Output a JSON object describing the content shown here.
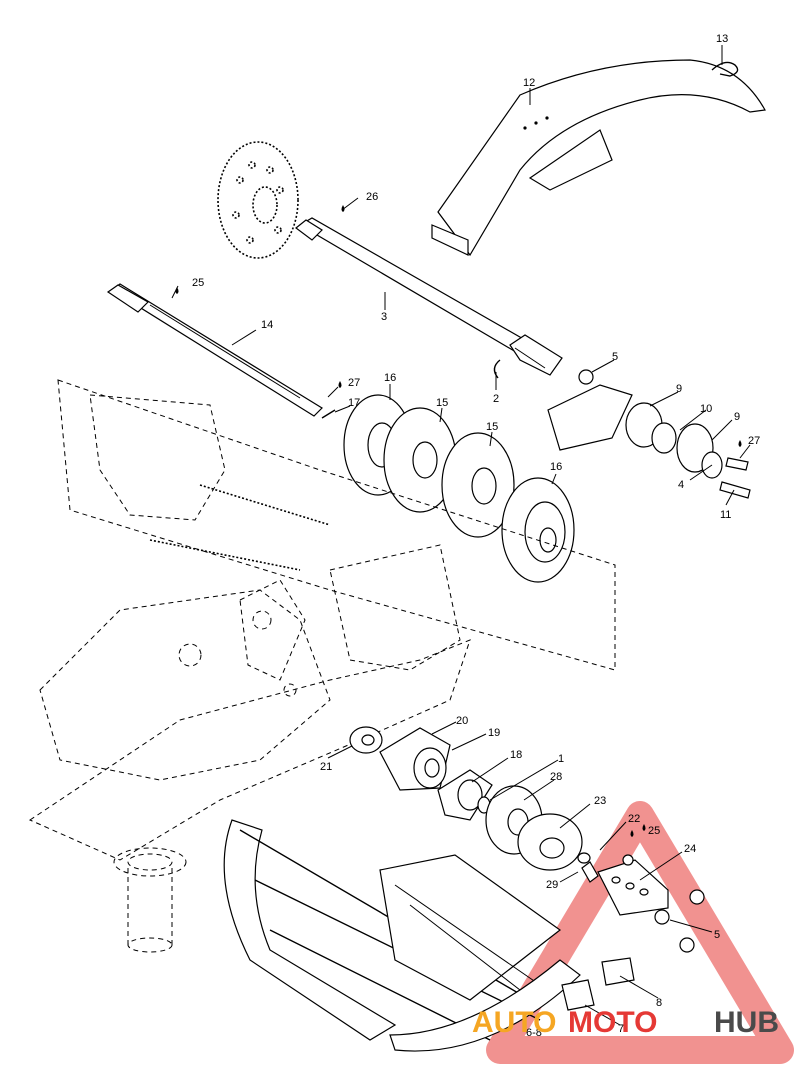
{
  "callouts": {
    "c1": "1",
    "c2": "2",
    "c3": "3",
    "c4": "4",
    "c5a": "5",
    "c5b": "5",
    "c6_8": "6-8",
    "c7": "7",
    "c8": "8",
    "c9a": "9",
    "c9b": "9",
    "c10": "10",
    "c11": "11",
    "c12": "12",
    "c13": "13",
    "c14": "14",
    "c15a": "15",
    "c15b": "15",
    "c16a": "16",
    "c16b": "16",
    "c17": "17",
    "c18": "18",
    "c19": "19",
    "c20": "20",
    "c21": "21",
    "c22": "22",
    "c23": "23",
    "c24": "24",
    "c25a": "25",
    "c25b": "25",
    "c26": "26",
    "c27a": "27",
    "c27b": "27",
    "c28": "28",
    "c29": "29"
  },
  "watermark": {
    "part1": "AUTO",
    "part2": "MOTO",
    "part3": "HUB",
    "color_red": "#e53935",
    "color_orange": "#f5a623",
    "color_dark": "#4a4a4a"
  }
}
